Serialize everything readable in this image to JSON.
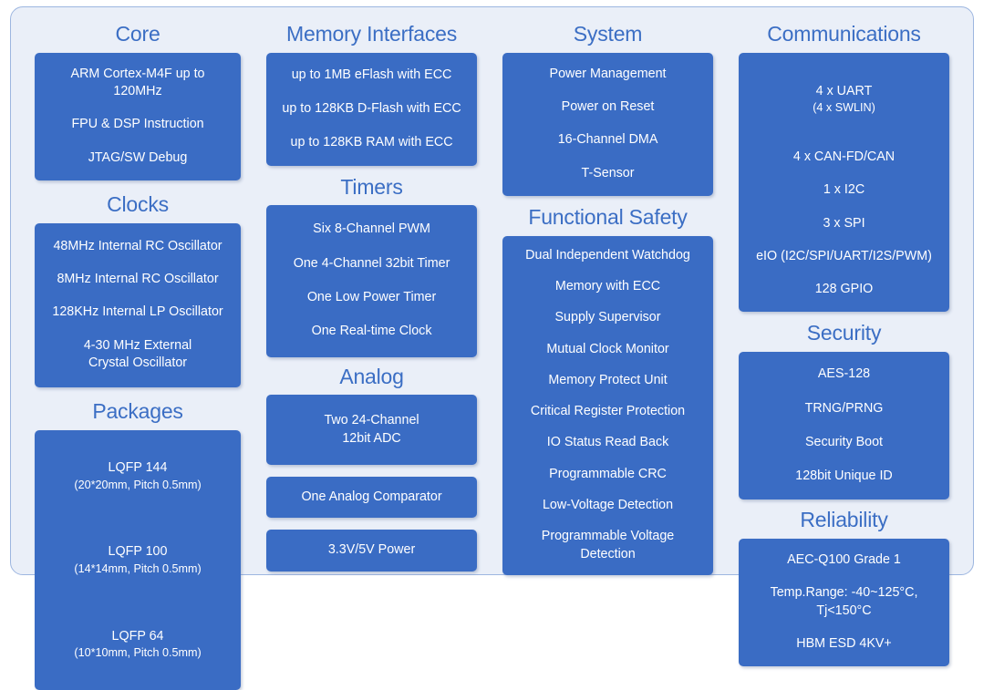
{
  "theme": {
    "page_background": "#ffffff",
    "panel_background": "#eaeff8",
    "panel_border": "#9db6e0",
    "card_background": "#3a6cc4",
    "card_text": "#ffffff",
    "heading_color": "#3b6ec4"
  },
  "columns": [
    {
      "name": "column-1",
      "groups": [
        {
          "title": "Core",
          "cards": [
            {
              "lines": [
                {
                  "text": "ARM Cortex-M4F up to\n120MHz"
                },
                {
                  "text": "FPU & DSP Instruction"
                },
                {
                  "text": "JTAG/SW Debug"
                }
              ]
            }
          ]
        },
        {
          "title": "Clocks",
          "cards": [
            {
              "lines": [
                {
                  "text": "48MHz Internal RC Oscillator"
                },
                {
                  "text": "8MHz Internal RC Oscillator"
                },
                {
                  "text": "128KHz Internal LP Oscillator"
                },
                {
                  "text": "4-30 MHz External\nCrystal Oscillator"
                }
              ]
            }
          ]
        },
        {
          "title": "Packages",
          "cards": [
            {
              "lines": [
                {
                  "text": "LQFP 144",
                  "sub": "(20*20mm, Pitch 0.5mm)"
                },
                {
                  "text": "LQFP 100",
                  "sub": "(14*14mm, Pitch 0.5mm)"
                },
                {
                  "text": "LQFP 64",
                  "sub": "(10*10mm, Pitch 0.5mm)"
                }
              ]
            }
          ]
        }
      ]
    },
    {
      "name": "column-2",
      "groups": [
        {
          "title": "Memory Interfaces",
          "cards": [
            {
              "lines": [
                {
                  "text": "up to 1MB eFlash  with ECC"
                },
                {
                  "text": "up to 128KB D-Flash with ECC"
                },
                {
                  "text": "up to 128KB RAM with ECC"
                }
              ]
            }
          ]
        },
        {
          "title": "Timers",
          "cards": [
            {
              "lines": [
                {
                  "text": "Six 8-Channel PWM"
                },
                {
                  "text": "One 4-Channel 32bit Timer"
                },
                {
                  "text": "One Low Power Timer"
                },
                {
                  "text": "One Real-time Clock"
                }
              ]
            }
          ]
        },
        {
          "title": "Analog",
          "cards": [
            {
              "lines": [
                {
                  "text": "Two 24-Channel\n12bit ADC"
                }
              ]
            },
            {
              "lines": [
                {
                  "text": "One Analog Comparator"
                }
              ]
            },
            {
              "lines": [
                {
                  "text": "3.3V/5V Power"
                }
              ]
            }
          ]
        }
      ]
    },
    {
      "name": "column-3",
      "groups": [
        {
          "title": "System",
          "cards": [
            {
              "lines": [
                {
                  "text": "Power Management"
                },
                {
                  "text": "Power on Reset"
                },
                {
                  "text": "16-Channel DMA"
                },
                {
                  "text": "T-Sensor"
                }
              ]
            }
          ]
        },
        {
          "title": "Functional Safety",
          "cards": [
            {
              "lines": [
                {
                  "text": "Dual Independent Watchdog"
                },
                {
                  "text": "Memory with ECC"
                },
                {
                  "text": "Supply Supervisor"
                },
                {
                  "text": "Mutual Clock Monitor"
                },
                {
                  "text": "Memory Protect Unit"
                },
                {
                  "text": "Critical Register Protection"
                },
                {
                  "text": "IO Status Read Back"
                },
                {
                  "text": "Programmable CRC"
                },
                {
                  "text": "Low-Voltage Detection"
                },
                {
                  "text": "Programmable Voltage\nDetection"
                }
              ]
            }
          ]
        }
      ]
    },
    {
      "name": "column-4",
      "groups": [
        {
          "title": "Communications",
          "cards": [
            {
              "lines": [
                {
                  "text": "4 x UART",
                  "sub": "(4 x SWLIN)"
                },
                {
                  "text": "4 x CAN-FD/CAN"
                },
                {
                  "text": "1 x I2C"
                },
                {
                  "text": "3 x SPI"
                },
                {
                  "text": "eIO (I2C/SPI/UART/I2S/PWM)"
                },
                {
                  "text": "128 GPIO"
                }
              ]
            }
          ]
        },
        {
          "title": "Security",
          "cards": [
            {
              "lines": [
                {
                  "text": "AES-128"
                },
                {
                  "text": "TRNG/PRNG"
                },
                {
                  "text": "Security Boot"
                },
                {
                  "text": "128bit Unique ID"
                }
              ]
            }
          ]
        },
        {
          "title": "Reliability",
          "cards": [
            {
              "lines": [
                {
                  "text": "AEC-Q100 Grade 1"
                },
                {
                  "text": "Temp.Range: -40~125°C,\nTj<150°C"
                },
                {
                  "text": "HBM ESD  4KV+"
                }
              ]
            }
          ]
        }
      ]
    }
  ]
}
